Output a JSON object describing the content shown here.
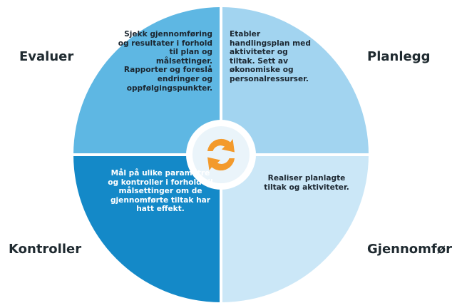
{
  "stages": [
    {
      "label": "Evaluer",
      "description": "Sjekk gjennomføring og resultater i forhold til plan og målsettinger. Rapporter og foreslå endringer og oppfølgingspunkter.",
      "color": "#5eb7e3"
    },
    {
      "label": "Planlegg",
      "description": "Etabler handlingsplan med aktiviteter og tiltak. Sett av økonomiske og personalressurser.",
      "color": "#a2d4f0"
    },
    {
      "label": "Gjennomfør",
      "description": "Realiser planlagte tiltak og aktiviteter.",
      "color": "#cbe7f7"
    },
    {
      "label": "Kontroller",
      "description": "Mål på ulike parametre og kontroller i forhold til målsettinger om de gjennomførte tiltak har hatt effekt.",
      "color": "#1489c8"
    }
  ],
  "center_icon": {
    "name": "refresh-cycle-icon",
    "color": "#f39a2c"
  }
}
